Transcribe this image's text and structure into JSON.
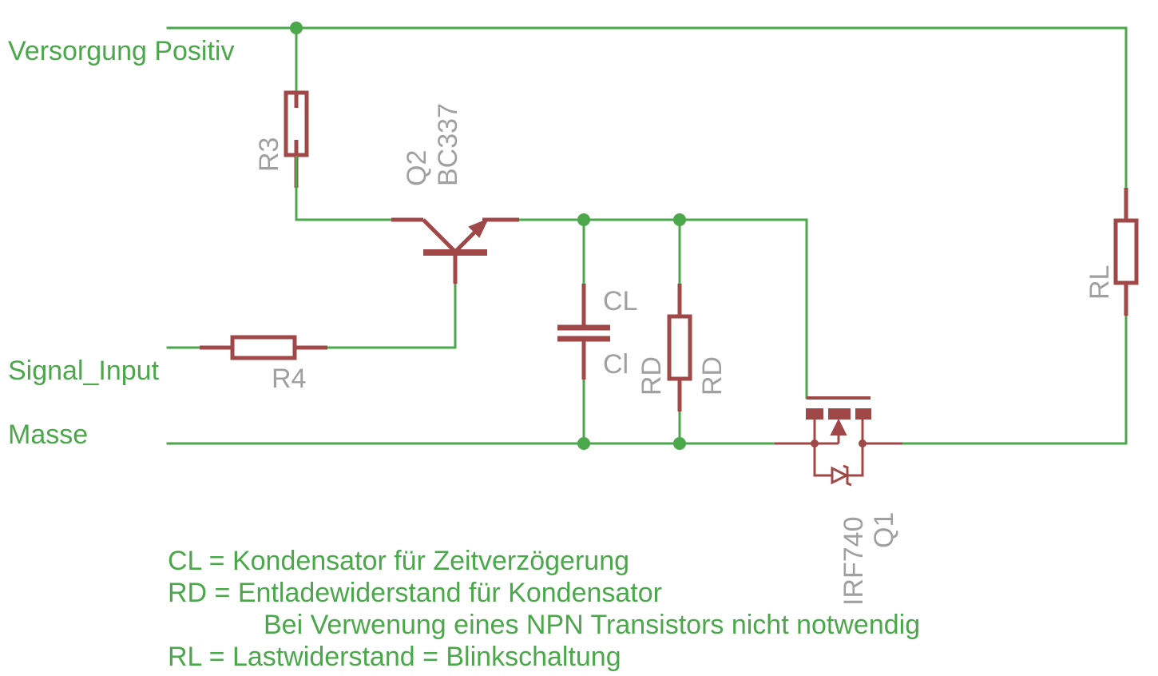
{
  "nets": {
    "supply": "Versorgung Positiv",
    "signal": "Signal_Input",
    "ground": "Masse"
  },
  "parts": {
    "r3": "R3",
    "r4": "R4",
    "q2_name": "Q2",
    "q2_value": "BC337",
    "cl_name": "CL",
    "cl_value": "Cl",
    "rd_name": "RD",
    "rd_value": "RD",
    "rl": "RL",
    "q1_name": "Q1",
    "q1_value": "IRF740"
  },
  "legend": [
    "CL = Kondensator für Zeitverzögerung",
    "RD = Entladewiderstand für Kondensator",
    "Bei Verwenung eines NPN Transistors nicht notwendig",
    "RL = Lastwiderstand = Blinkschaltung"
  ],
  "colors": {
    "wire": "#4aa84a",
    "component": "#a04848",
    "part_label": "#a0a0a0"
  }
}
